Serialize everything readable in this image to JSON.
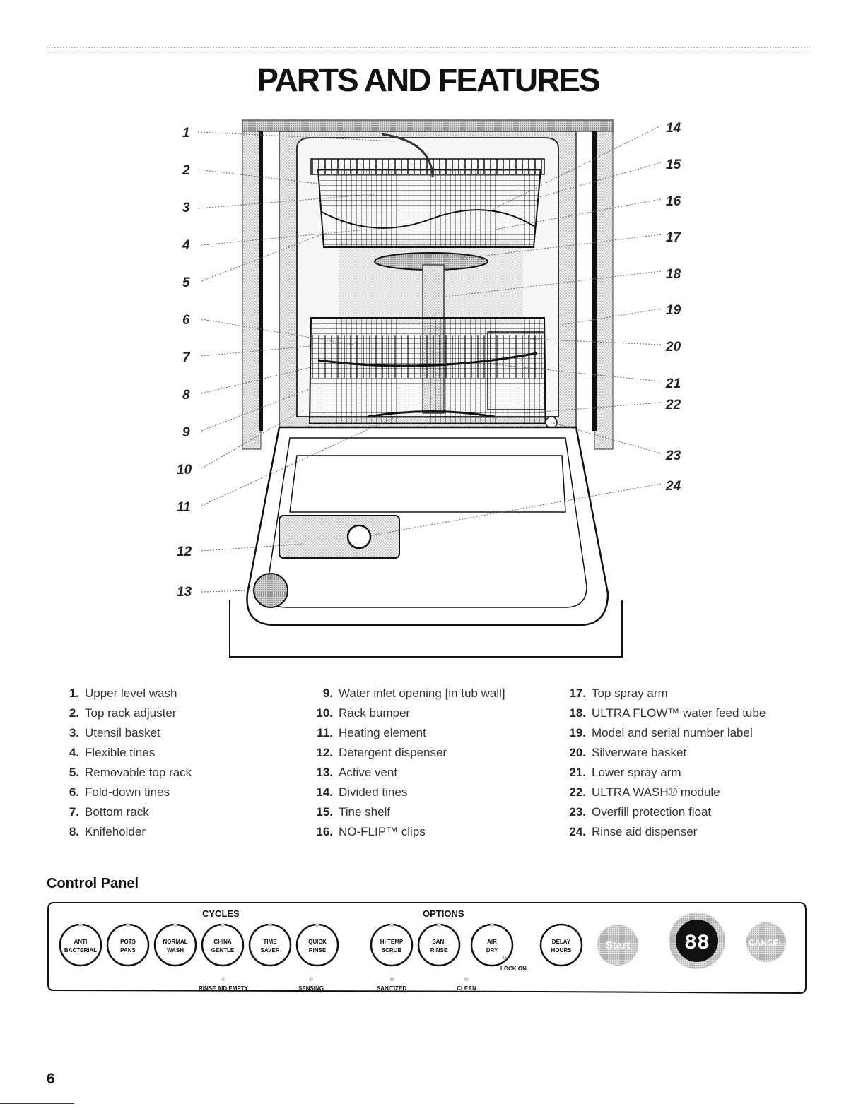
{
  "title": "PARTS AND FEATURES",
  "callouts": [
    "1",
    "2",
    "3",
    "4",
    "5",
    "6",
    "7",
    "8",
    "9",
    "10",
    "11",
    "12",
    "13",
    "14",
    "15",
    "16",
    "17",
    "18",
    "19",
    "20",
    "21",
    "22",
    "23",
    "24"
  ],
  "parts": [
    {
      "num": "1.",
      "label": "Upper level wash"
    },
    {
      "num": "2.",
      "label": "Top rack adjuster"
    },
    {
      "num": "3.",
      "label": "Utensil basket"
    },
    {
      "num": "4.",
      "label": "Flexible tines"
    },
    {
      "num": "5.",
      "label": "Removable top rack"
    },
    {
      "num": "6.",
      "label": "Fold-down tines"
    },
    {
      "num": "7.",
      "label": "Bottom rack"
    },
    {
      "num": "8.",
      "label": "Knifeholder"
    },
    {
      "num": "9.",
      "label": "Water inlet opening [in tub wall]"
    },
    {
      "num": "10.",
      "label": "Rack bumper"
    },
    {
      "num": "11.",
      "label": "Heating element"
    },
    {
      "num": "12.",
      "label": "Detergent dispenser"
    },
    {
      "num": "13.",
      "label": "Active vent"
    },
    {
      "num": "14.",
      "label": "Divided tines"
    },
    {
      "num": "15.",
      "label": "Tine shelf"
    },
    {
      "num": "16.",
      "label": "NO-FLIP™ clips"
    },
    {
      "num": "17.",
      "label": "Top spray arm"
    },
    {
      "num": "18.",
      "label": "ULTRA FLOW™ water feed tube"
    },
    {
      "num": "19.",
      "label": "Model and serial number label"
    },
    {
      "num": "20.",
      "label": "Silverware basket"
    },
    {
      "num": "21.",
      "label": "Lower spray arm"
    },
    {
      "num": "22.",
      "label": "ULTRA WASH® module"
    },
    {
      "num": "23.",
      "label": "Overfill protection float"
    },
    {
      "num": "24.",
      "label": "Rinse aid dispenser"
    }
  ],
  "control_panel": {
    "title": "Control Panel",
    "cycles_label": "CYCLES",
    "options_label": "OPTIONS",
    "cycle_buttons": [
      {
        "l1": "ANTI",
        "l2": "BACTERIAL"
      },
      {
        "l1": "POTS",
        "l2": "PANS"
      },
      {
        "l1": "NORMAL",
        "l2": "WASH"
      },
      {
        "l1": "CHINA",
        "l2": "GENTLE"
      },
      {
        "l1": "TIME",
        "l2": "SAVER"
      },
      {
        "l1": "QUICK",
        "l2": "RINSE"
      }
    ],
    "option_buttons": [
      {
        "l1": "HI TEMP",
        "l2": "SCRUB"
      },
      {
        "l1": "SANI",
        "l2": "RINSE"
      },
      {
        "l1": "AIR",
        "l2": "DRY"
      }
    ],
    "delay_button": {
      "l1": "DELAY",
      "l2": "HOURS"
    },
    "start_label": "Start",
    "display_value": "88",
    "cancel_label": "CANCEL",
    "lock_on": "LOCK ON",
    "indicators": [
      "RINSE AID EMPTY",
      "SENSING",
      "SANITIZED",
      "CLEAN"
    ]
  },
  "page_number": "6"
}
